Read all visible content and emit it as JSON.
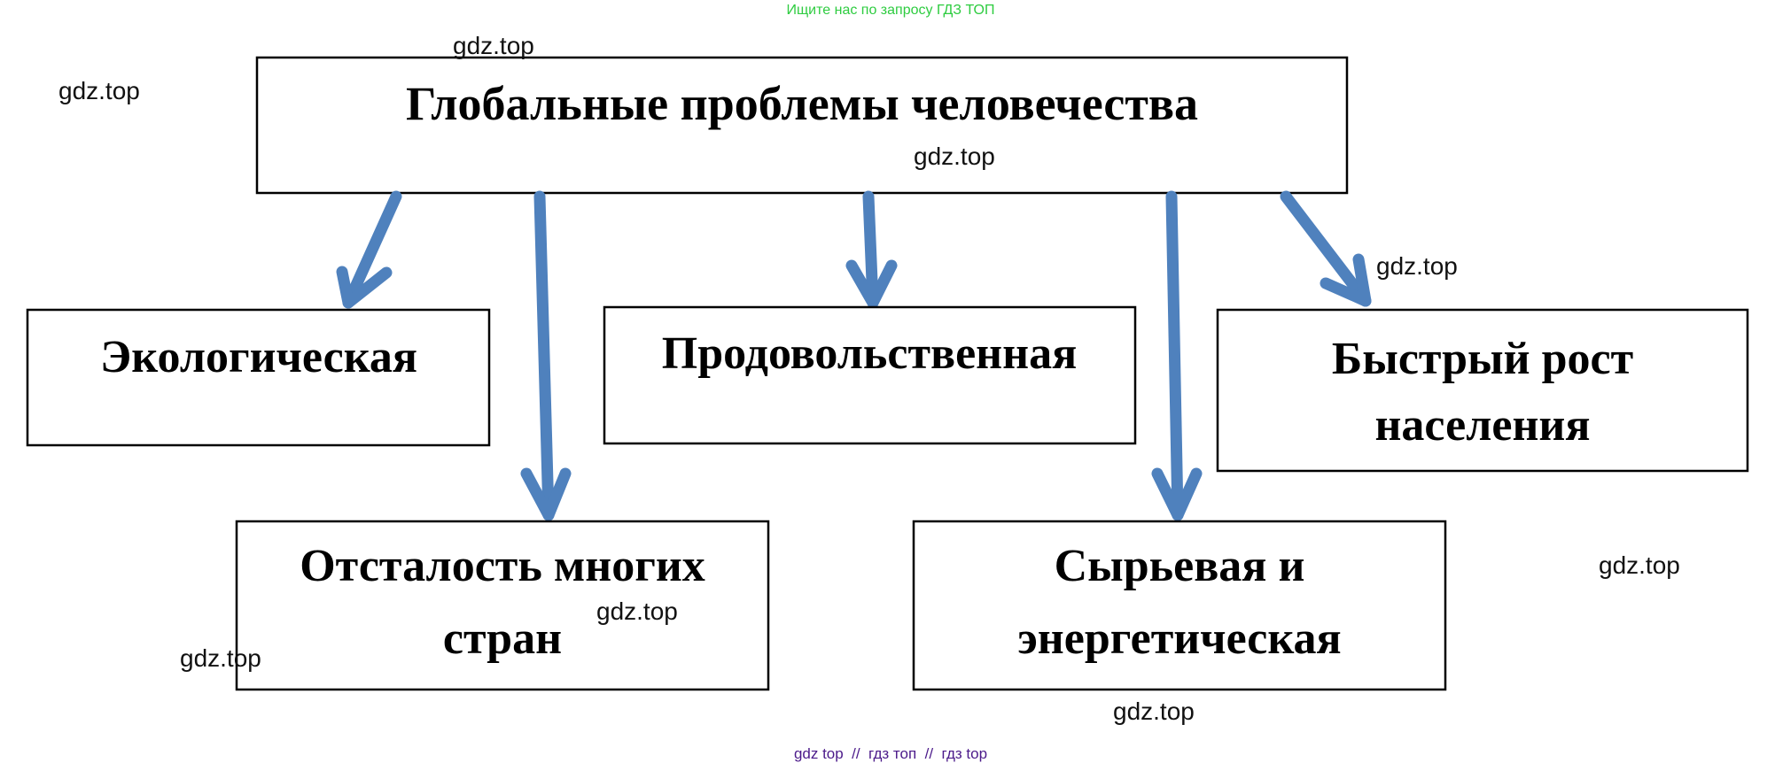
{
  "header_note": "Ищите нас по запросу ГДЗ ТОП",
  "footer_note": "gdz top  //  гдз топ  //  гдз top",
  "title": "Глобальные проблемы человечества",
  "nodes": [
    {
      "lines": [
        "Экологическая"
      ]
    },
    {
      "lines": [
        "Продовольственная"
      ]
    },
    {
      "lines": [
        "Быстрый рост",
        "населения"
      ]
    },
    {
      "lines": [
        "Отсталость многих",
        "стран"
      ]
    },
    {
      "lines": [
        "Сырьевая и",
        "энергетическая"
      ]
    }
  ],
  "watermark": "gdz.top",
  "colors": {
    "arrow": "#4f81bd",
    "header_note": "#2ecc40",
    "footer_note": "#4b1a8a"
  }
}
